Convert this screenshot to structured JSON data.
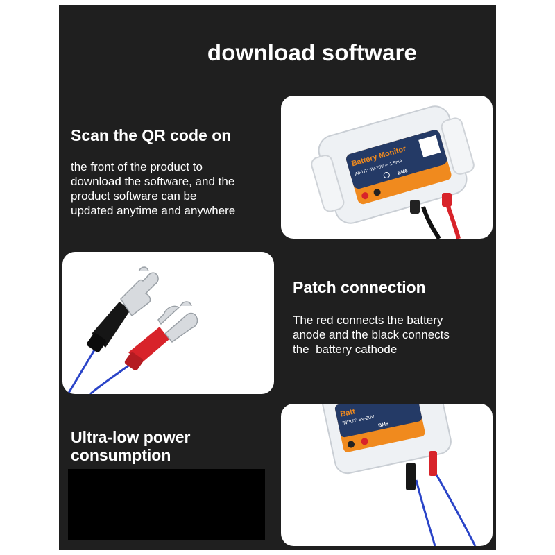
{
  "title": "download software",
  "section1": {
    "heading": "Scan the QR code on",
    "lines": [
      "the front of the product to",
      "download the software, and the",
      "product software can be",
      "updated anytime and anywhere"
    ]
  },
  "section2": {
    "heading": "Patch connection",
    "lines": [
      "The red connects the battery",
      "anode and the black connects",
      "the  battery cathode"
    ]
  },
  "section3": {
    "heading_lines": [
      "Ultra-low power",
      "consumption"
    ]
  },
  "device": {
    "name": "Battery Monitor",
    "input_full": "INPUT: 6V-20V ⎓ 1.5mA",
    "name_partial": "Batt",
    "input_partial": "INPUT: 6V-20V",
    "model": "BM6"
  },
  "colors": {
    "background": "#1f1f1f",
    "accent_orange": "#f08a1e",
    "label_navy": "#243a66",
    "wire_red": "#d8232a",
    "wire_blue": "#2a44c8"
  }
}
